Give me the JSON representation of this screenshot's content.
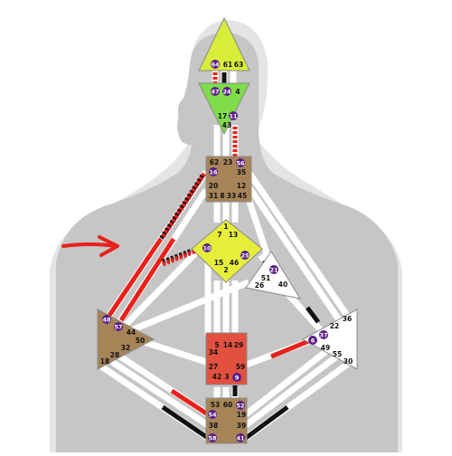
{
  "colors": {
    "silhouette": "#c9c9c9",
    "silhouette_dark": "#a8a8a8",
    "channel_white": "#ffffff",
    "channel_red": "#e8211b",
    "channel_black": "#111111",
    "center_head": "#d8ec3a",
    "center_ajna": "#7fdc4a",
    "center_throat": "#a68458",
    "center_g": "#e6ee3a",
    "center_sacral": "#e2503f",
    "center_root": "#a68458",
    "center_spleen": "#a68458",
    "center_undefined": "#ffffff",
    "gate_badge": "#5a1f86",
    "arrow": "#e8211b"
  },
  "centers": {
    "head": {
      "gates": [
        "64",
        "61",
        "63"
      ],
      "active_gates": [
        "64"
      ]
    },
    "ajna": {
      "gates": [
        "47",
        "24",
        "4",
        "17",
        "11",
        "43"
      ],
      "active_gates": [
        "47",
        "24",
        "11"
      ]
    },
    "throat": {
      "gates": [
        "62",
        "23",
        "56",
        "16",
        "35",
        "20",
        "12",
        "31",
        "8",
        "33",
        "45"
      ],
      "active_gates": [
        "56",
        "16"
      ]
    },
    "g": {
      "gates": [
        "1",
        "7",
        "13",
        "10",
        "25",
        "15",
        "46",
        "2"
      ],
      "active_gates": [
        "10",
        "25"
      ]
    },
    "heart": {
      "gates": [
        "21",
        "51",
        "26",
        "40"
      ],
      "active_gates": [
        "21"
      ]
    },
    "spleen": {
      "gates": [
        "48",
        "57",
        "44",
        "50",
        "32",
        "28",
        "18"
      ],
      "active_gates": [
        "48",
        "57"
      ]
    },
    "sacral": {
      "gates": [
        "5",
        "14",
        "29",
        "34",
        "27",
        "59",
        "42",
        "3",
        "9"
      ],
      "active_gates": [
        "9"
      ]
    },
    "solar_plexus": {
      "gates": [
        "36",
        "22",
        "6",
        "37",
        "49",
        "55",
        "30"
      ],
      "active_gates": [
        "6",
        "37"
      ]
    },
    "root": {
      "gates": [
        "53",
        "60",
        "52",
        "54",
        "19",
        "38",
        "39",
        "58",
        "41"
      ],
      "active_gates": [
        "52",
        "54",
        "58",
        "41"
      ]
    }
  }
}
